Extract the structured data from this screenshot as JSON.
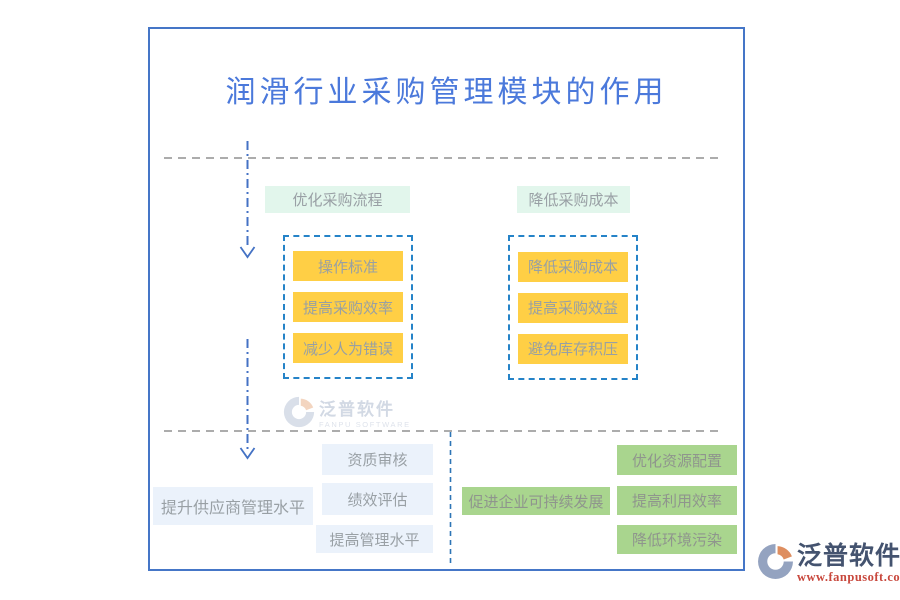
{
  "title": "润滑行业采购管理模块的作用",
  "top_section": {
    "groups": [
      {
        "header": "优化采购流程",
        "items": [
          "操作标准",
          "提高采购效率",
          "减少人为错误"
        ]
      },
      {
        "header": "降低采购成本",
        "items": [
          "降低采购成本",
          "提高采购效益",
          "避免库存积压"
        ]
      }
    ]
  },
  "bottom_section": {
    "left": {
      "main": "提升供应商管理水平",
      "items": [
        "资质审核",
        "绩效评估",
        "提高管理水平"
      ]
    },
    "right": {
      "main": "促进企业可持续发展",
      "items": [
        "优化资源配置",
        "提高利用效率",
        "降低环境污染"
      ]
    }
  },
  "watermark": {
    "name": "泛普软件",
    "subtitle": "FANPU SOFTWARE"
  },
  "brand": {
    "name": "泛普软件",
    "url": "www.fanpusoft.com"
  },
  "colors": {
    "frame_blue": "#4576C7",
    "title_blue": "#4B79DB",
    "dashed_border_blue": "#2583C8",
    "arrow_blue": "#4472C4",
    "divider_gray": "#909090",
    "yellow": "#FFCF45",
    "mint": "#E2F6EC",
    "light_blue": "#EBF2FB",
    "green": "#A9D58E",
    "text_gray": "#99A0A5",
    "brand_navy": "#44536F",
    "brand_red": "#C8473C"
  }
}
